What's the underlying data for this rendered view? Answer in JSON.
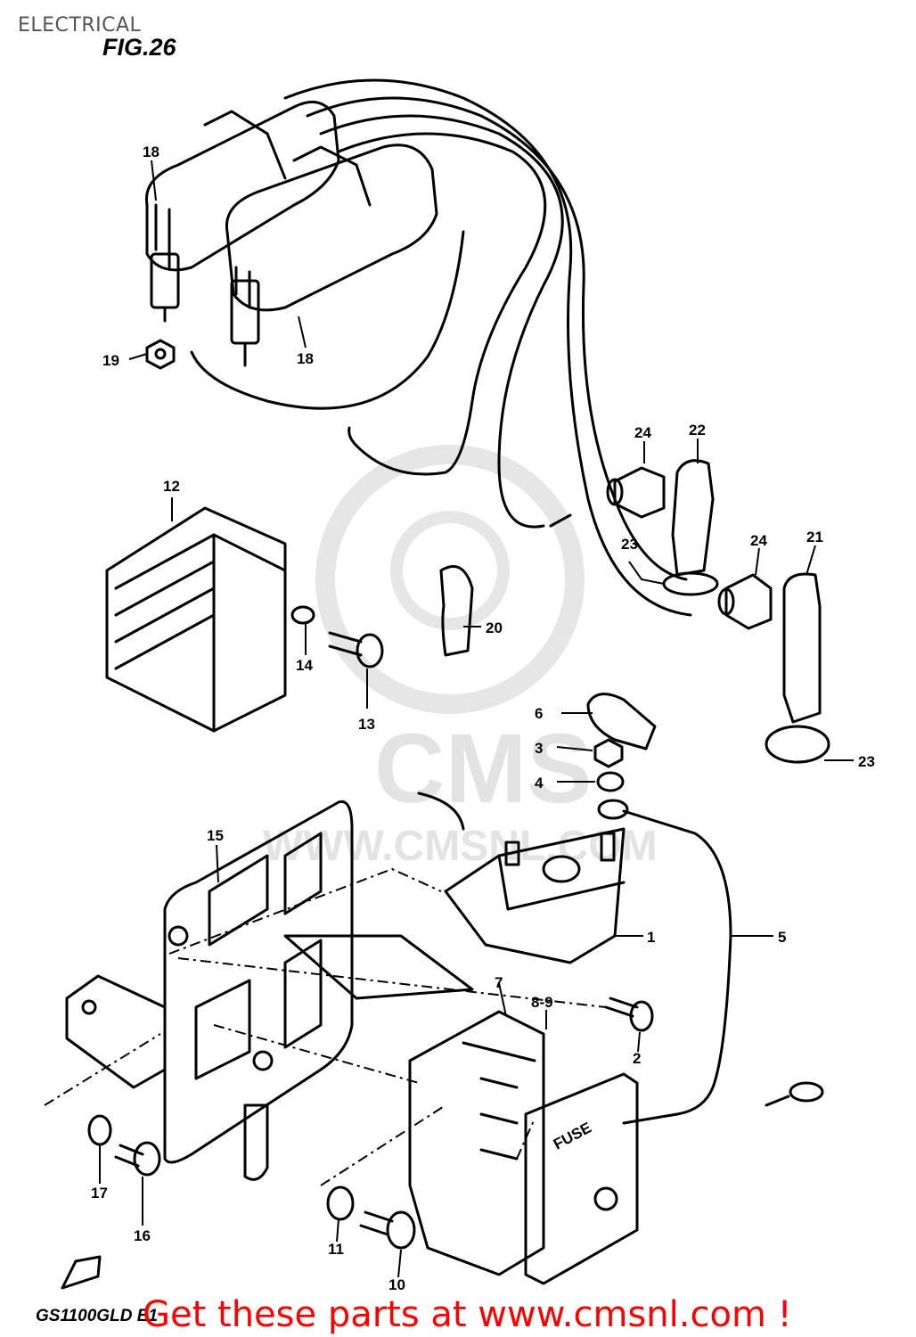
{
  "header": {
    "title": "ELECTRICAL"
  },
  "figure": {
    "label": "FIG.26",
    "footer_code": "GS1100GLD E1"
  },
  "watermark": {
    "brand": "CMS",
    "url": "WWW.CMSNL.COM"
  },
  "promo": {
    "text": "Get these parts at www.cmsnl.com !"
  },
  "fuse_box_label": "FUSE",
  "callouts": [
    "1",
    "2",
    "3",
    "4",
    "5",
    "6",
    "7",
    "8-9",
    "10",
    "11",
    "12",
    "13",
    "14",
    "15",
    "16",
    "17",
    "18",
    "18",
    "19",
    "20",
    "21",
    "22",
    "23",
    "23",
    "24",
    "24"
  ],
  "colors": {
    "promo": "#ff0000",
    "line": "#000000",
    "watermark": "#e3e3e3"
  }
}
